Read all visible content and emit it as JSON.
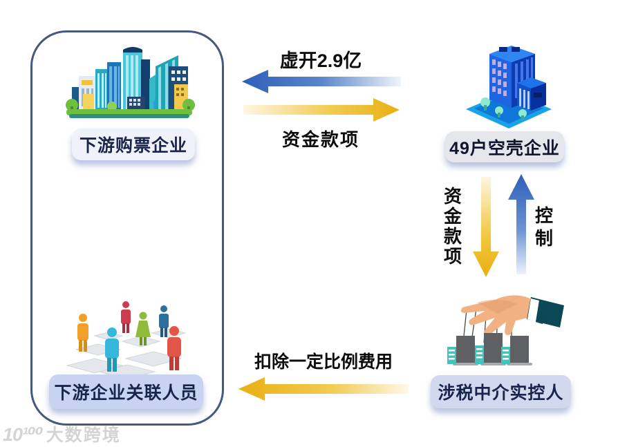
{
  "left_panel": {
    "top": {
      "label": "下游购票企业",
      "illustration": "city-buildings"
    },
    "bottom": {
      "label": "下游企业关联人员",
      "illustration": "people-network"
    }
  },
  "right": {
    "top": {
      "label": "49户空壳企业",
      "illustration": "shell-company-building"
    },
    "bottom": {
      "label": "涉税中介实控人",
      "illustration": "puppet-hand"
    }
  },
  "arrows": {
    "fake_invoice": {
      "label": "虚开2.9亿",
      "direction": "left",
      "color": "#2e63b8",
      "from": "49户空壳企业",
      "to": "下游购票企业"
    },
    "funds_to_shell": {
      "label": "资金款项",
      "direction": "right",
      "color": "#e9af14",
      "from": "下游购票企业",
      "to": "49户空壳企业"
    },
    "funds_down": {
      "label": "资金款项",
      "direction": "down",
      "color": "#e9af14",
      "from": "49户空壳企业",
      "to": "涉税中介实控人"
    },
    "control_up": {
      "label": "控制",
      "direction": "up",
      "color": "#2e63b8",
      "from": "涉税中介实控人",
      "to": "49户空壳企业"
    },
    "fee": {
      "label": "扣除一定比例费用",
      "direction": "left",
      "color": "#e9af14",
      "from": "涉税中介实控人",
      "to": "下游企业关联人员"
    }
  },
  "watermark": {
    "logo": "10¹⁰⁰",
    "text": "大数跨境"
  },
  "colors": {
    "panel_border": "#44597f",
    "arrow_blue": "#2e63b8",
    "arrow_gold": "#e9af14",
    "label_text": "#18244a",
    "pill_buyer_bg": "#eff2fb",
    "pill_people_bg": "#c7d3f0",
    "pill_shell_bg": "#e6e7ec",
    "pill_agent_bg": "#d2d9ef",
    "watermark_gray": "#d2d2d2"
  }
}
